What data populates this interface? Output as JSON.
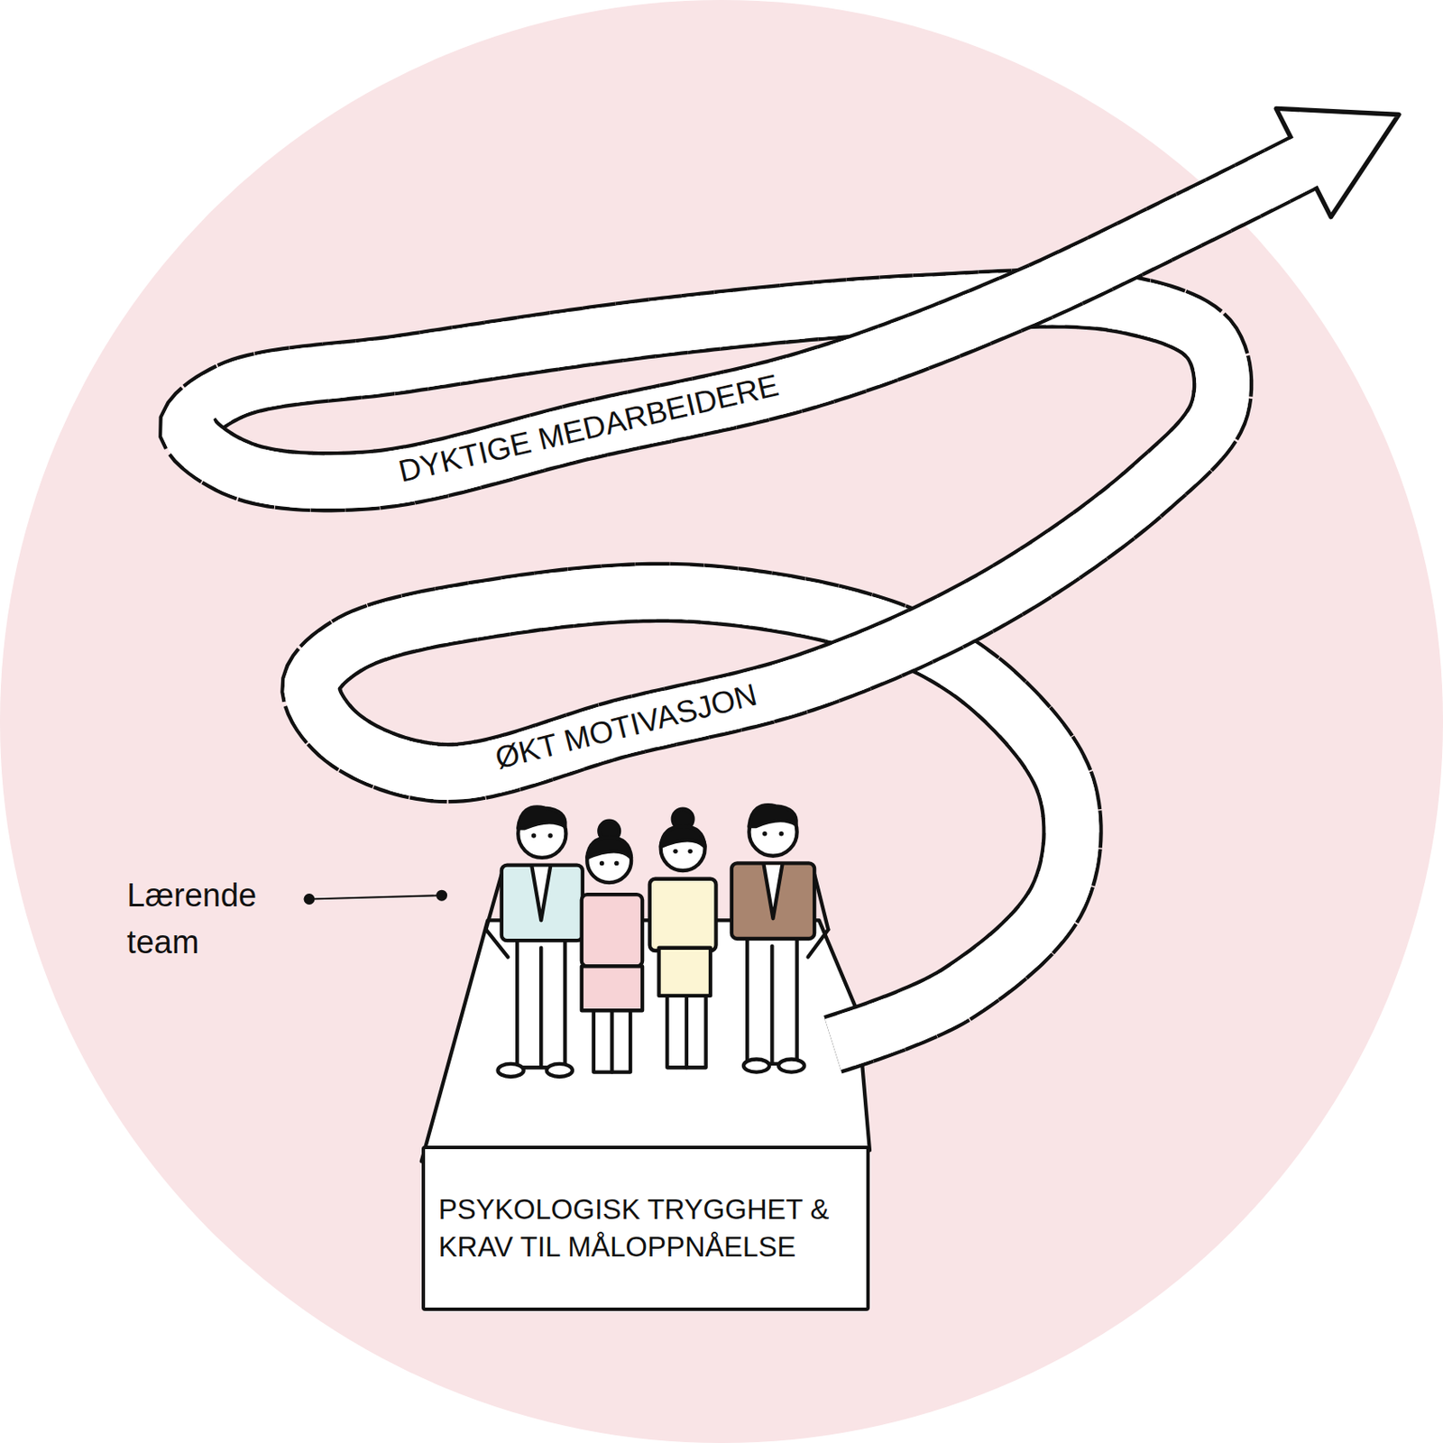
{
  "diagram": {
    "nodes": [
      {
        "text": [
          "DYKTIGE MEDARBEIDERE"
        ]
      },
      {
        "text": [
          "ØKT MOTIVASJON"
        ]
      },
      {
        "text": [
          "PSYKOLOGISK TRYGGHET & KRAV TIL MÅLOPPNÅELSE"
        ]
      }
    ],
    "labels": [
      "Lærende team"
    ]
  }
}
